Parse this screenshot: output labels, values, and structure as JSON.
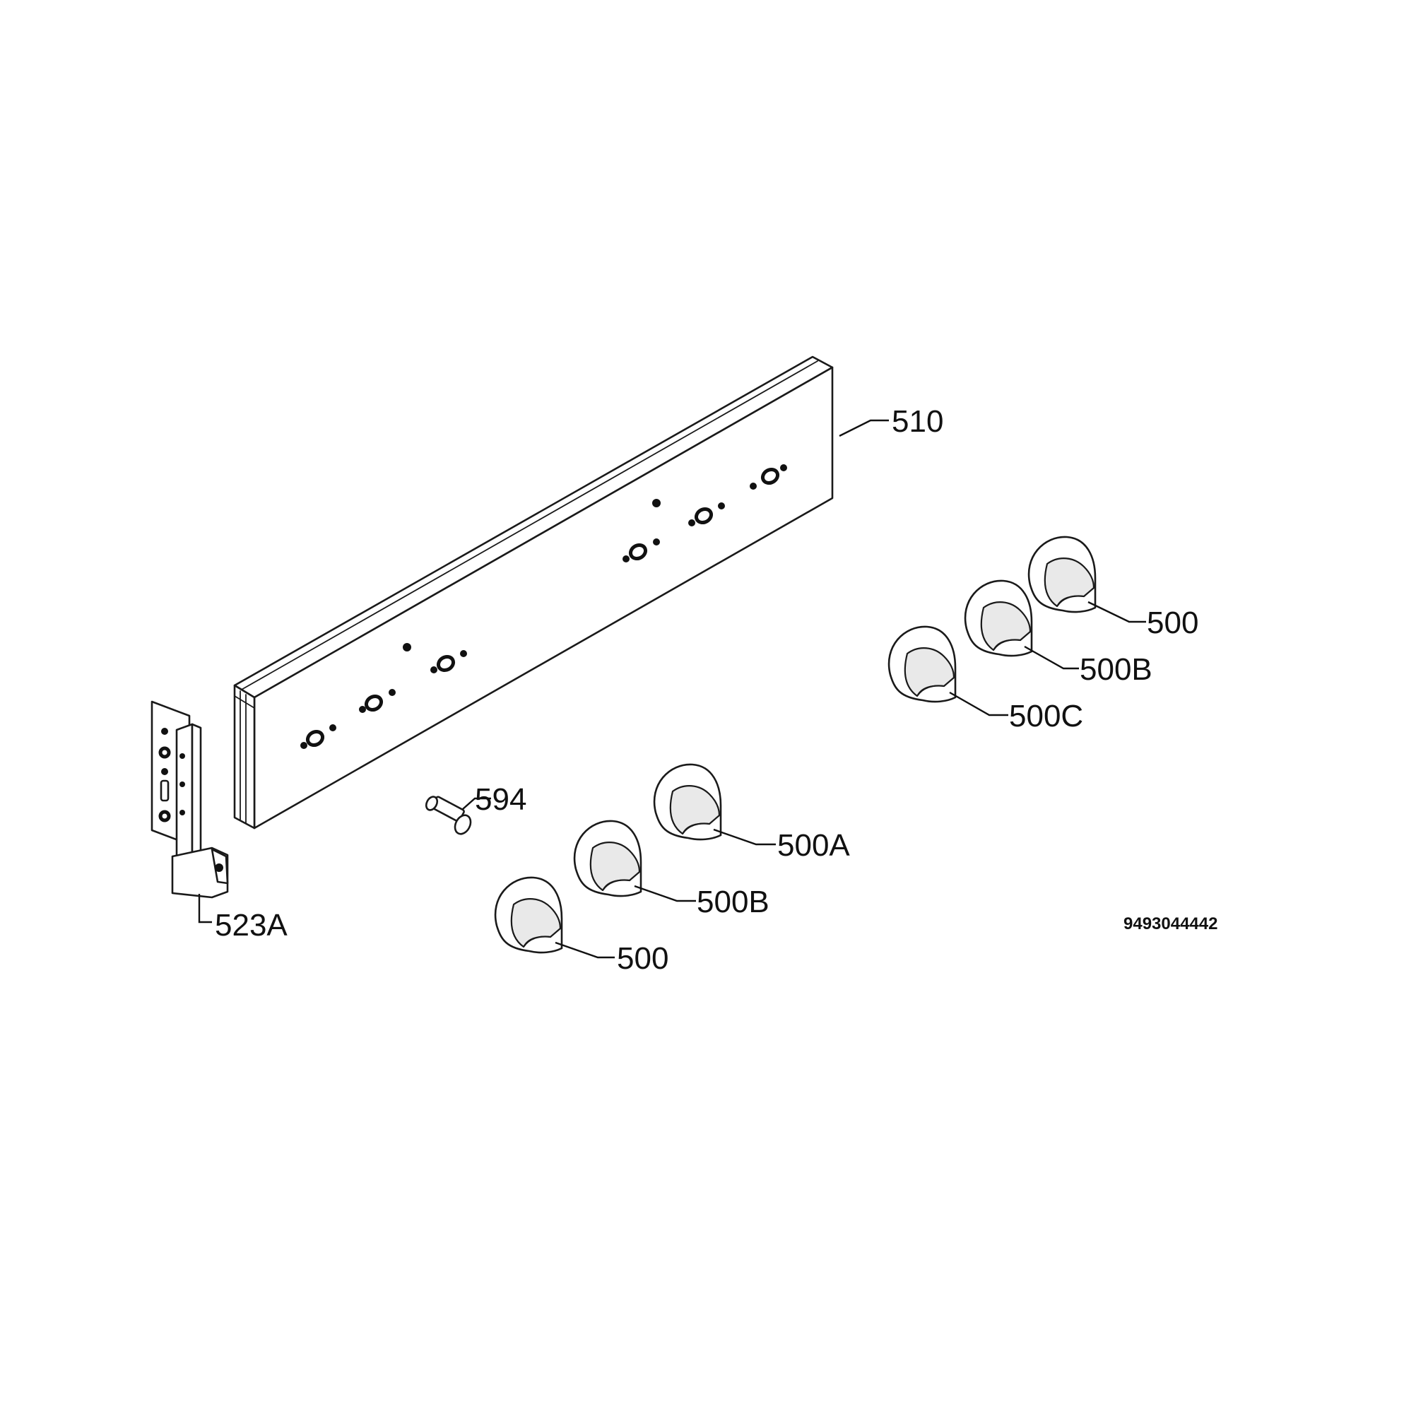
{
  "labels": {
    "panel": "510",
    "bracket": "523A",
    "pin": "594",
    "knob_right_top": "500",
    "knob_right_mid": "500B",
    "knob_right_low": "500C",
    "knob_left_top": "500A",
    "knob_left_mid": "500B",
    "knob_left_low": "500"
  },
  "reference_number": "9493044442"
}
